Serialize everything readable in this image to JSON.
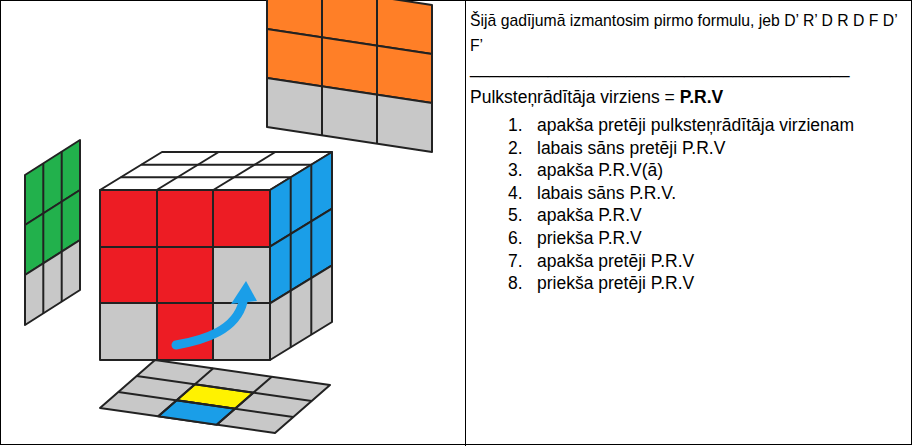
{
  "diagram": {
    "labels": [
      "Šijā gadījumā izmantosim pirmo formulu, jeb D’ R’ D R D F D’ F’",
      "_______________________________________",
      "Pulksteņrādītāja virziens =",
      "P.R.V",
      "1.",
      "apakša pretēji pulksteņrādītāja virzienam",
      "2.",
      "labais sāns pretēji P.R.V",
      "3.",
      "apakša P.R.V(ā)",
      "4.",
      "labais sāns P.R.V.",
      "5.",
      "apakša P.R.V",
      "6.",
      "priekša P.R.V",
      "7.",
      "apakša pretēji P.R.V",
      "8.",
      "priekša pretēji P.R.V"
    ]
  }
}
